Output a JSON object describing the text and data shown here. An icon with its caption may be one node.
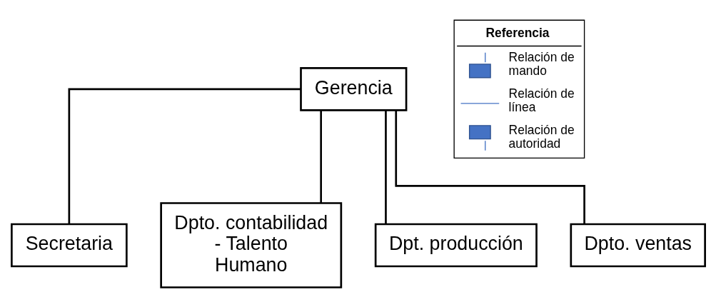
{
  "diagram": {
    "nodes": [
      {
        "text": [
          "Gerencia"
        ]
      },
      {
        "text": [
          "Secretaria"
        ]
      },
      {
        "text": [
          "Dpto. contabilidad - Talento Humano"
        ]
      },
      {
        "text": [
          "Dpt. producción"
        ]
      },
      {
        "text": [
          "Dpto. ventas"
        ]
      }
    ],
    "edges": [
      {
        "from": 0,
        "to": 1,
        "arrow": "none"
      },
      {
        "from": 0,
        "to": 2,
        "arrow": "none"
      },
      {
        "from": 0,
        "to": 3,
        "arrow": "none"
      },
      {
        "from": 0,
        "to": 4,
        "arrow": "none"
      }
    ],
    "labels": [
      "Referencia"
    ],
    "legend": [
      {
        "text": "Relación de mando"
      },
      {
        "text": "Relación de línea"
      },
      {
        "text": "Relación de autoridad"
      }
    ]
  }
}
